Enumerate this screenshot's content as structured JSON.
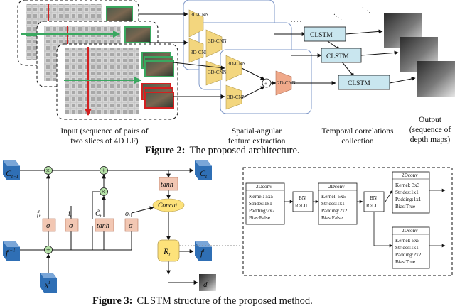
{
  "fig2": {
    "cnn_label": "3D-CNN",
    "cnn2d_label": "2D-CNN",
    "plus_sign": "+",
    "clstm_label": "CLSTM",
    "input_caption": [
      "Input (sequence of pairs of",
      "two slices of 4D LF)"
    ],
    "spatial_caption": [
      "Spatial-angular",
      "feature extraction"
    ],
    "temporal_caption": [
      "Temporal correlations",
      "collection"
    ],
    "output_caption": [
      "Output",
      "(sequence of",
      "depth maps)"
    ],
    "caption_label": "Figure 2:",
    "caption_text": "The proposed architecture."
  },
  "fig3": {
    "c_prev": "C",
    "c_prev_sub": "t−1",
    "c_t": "C",
    "c_t_sub": "t",
    "f_prev": "f",
    "f_prev_sup": "t−1",
    "f_t": "f",
    "f_t_sup": "t",
    "x_t": "x",
    "x_t_sup": "t",
    "d_t": "d",
    "d_t_sup": "t",
    "r_t": "R",
    "r_t_sub": "t",
    "tanh": "tanh",
    "concat": "Concat",
    "sigma": "σ",
    "gate_f": "f",
    "gate_f_sub": "t",
    "gate_i": "i",
    "gate_i_sub": "t",
    "gate_c": "C̃",
    "gate_c_sub": "t",
    "gate_o": "o",
    "gate_o_sub": "t",
    "times": "×",
    "plus": "+",
    "deconv1": {
      "title": "2Dconv",
      "lines": [
        "Kernel: 5x5",
        "Strides:1x1",
        "Padding:2x2",
        "Bias:False"
      ]
    },
    "bn1": [
      "BN",
      "ReLU"
    ],
    "deconv2": {
      "title": "2Dconv",
      "lines": [
        "Kernel: 5x5",
        "Strides:1x1",
        "Padding:2x2",
        "Bias:False"
      ]
    },
    "bn2": [
      "BN",
      "ReLU"
    ],
    "deconv3": {
      "title": "2Dconv",
      "lines": [
        "Kernel: 3x3",
        "Strides:1x1",
        "Padding:1x1",
        "Bias:True"
      ]
    },
    "deconv4": {
      "title": "2Dconv",
      "lines": [
        "Kernel: 5x5",
        "Strides:1x1",
        "Padding:2x2",
        "Bias:True"
      ]
    },
    "caption_label": "Figure 3:",
    "caption_text": "CLSTM structure of the proposed method."
  },
  "colors": {
    "blue": "#2f6fb5",
    "salmon": "#f2c7b3",
    "yellow": "#fde27a",
    "cnn": "#f3d67e",
    "cnn2d": "#f0a98a",
    "green": "#3aa860",
    "red": "#d32020"
  }
}
